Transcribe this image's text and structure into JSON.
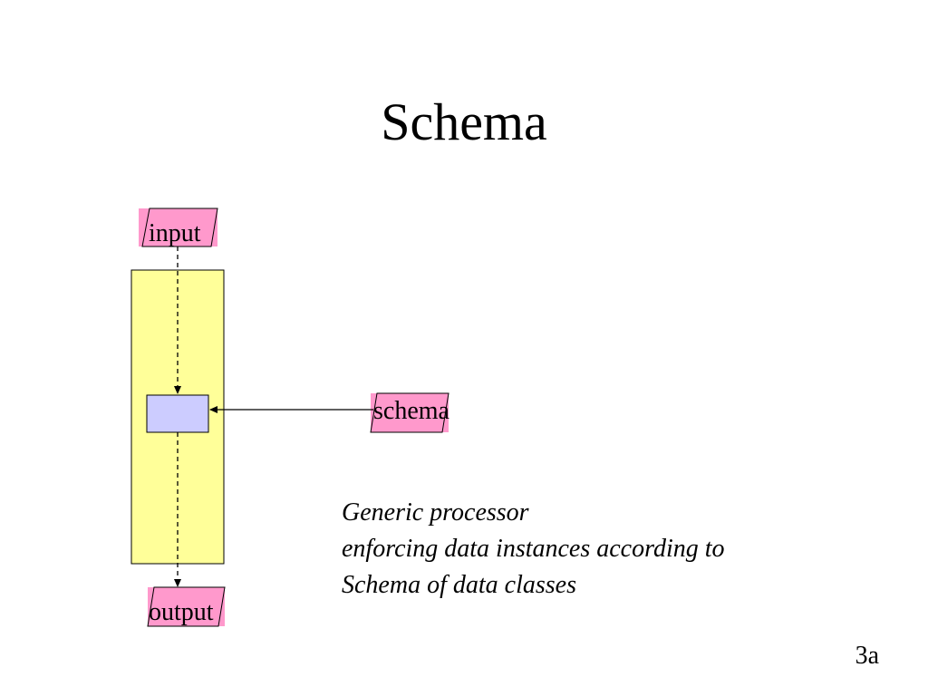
{
  "slide": {
    "title": "Schema",
    "number": "3a"
  },
  "diagram": {
    "input_label": "input",
    "schema_label": "schema",
    "output_label": "output",
    "caption_lines": [
      "Generic processor",
      "enforcing data instances according to",
      "Schema of data classes"
    ]
  },
  "colors": {
    "data_parallelogram_fill": "#ff99cc",
    "processor_fill": "#ffff99",
    "inner_box_fill": "#ccccff",
    "line": "#000000"
  }
}
